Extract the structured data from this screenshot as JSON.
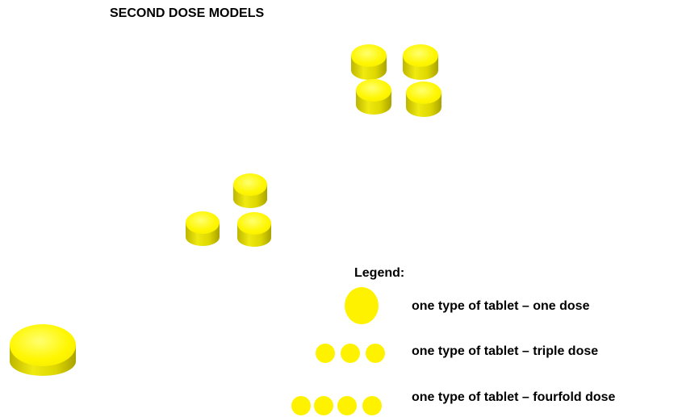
{
  "title": "SECOND DOSE MODELS",
  "legend": {
    "title": "Legend:",
    "items": [
      {
        "label": "one type of tablet – one dose"
      },
      {
        "label": "one type of tablet – triple dose"
      },
      {
        "label": "one type of tablet – fourfold dose"
      }
    ]
  },
  "colors": {
    "tablet_top": "#fff200",
    "tablet_side": "#c9c200",
    "tablet_side_light": "#f3ec20",
    "legend_dot": "#fff200"
  }
}
